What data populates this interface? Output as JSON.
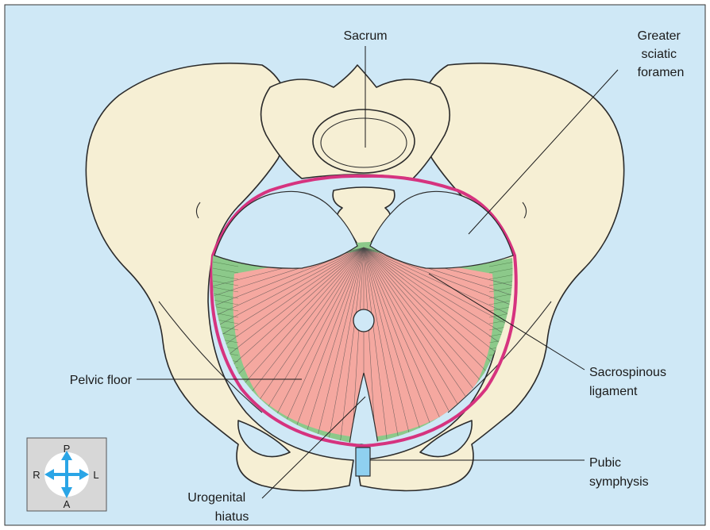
{
  "figure": {
    "colors": {
      "background": "#cfe8f6",
      "bone": "#f6efd4",
      "pelvic_floor": "#f5a8a0",
      "ligament": "#8cc98a",
      "brim": "#d6337f",
      "symphysis": "#8fd0f0",
      "compass_bg": "#d7d7d7",
      "compass_arrow": "#2aa5e6"
    },
    "labels": {
      "sacrum": "Sacrum",
      "greater_sciatic_foramen": [
        "Greater",
        "sciatic",
        "foramen"
      ],
      "sacrospinous_ligament": [
        "Sacrospinous",
        "ligament"
      ],
      "pelvic_floor": "Pelvic floor",
      "urogenital_hiatus": [
        "Urogenital",
        "hiatus"
      ],
      "pubic_symphysis": [
        "Pubic",
        "symphysis"
      ]
    },
    "compass": {
      "posterior": "P",
      "anterior": "A",
      "right": "R",
      "left": "L",
      "icon": "direction-arrows-icon"
    }
  }
}
